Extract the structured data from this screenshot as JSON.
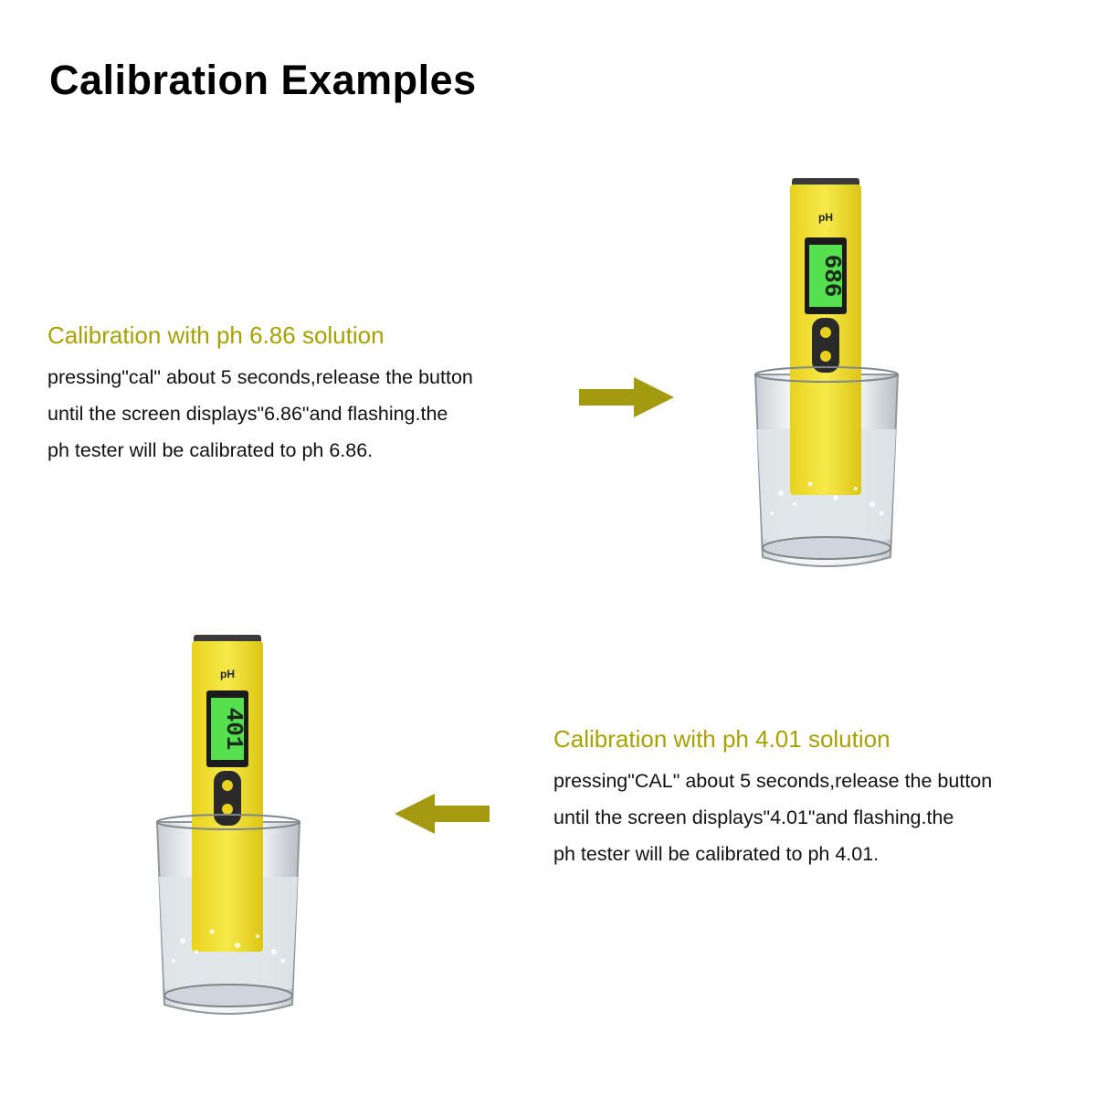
{
  "title": "Calibration Examples",
  "colors": {
    "accent": "#a8a000",
    "tester_body": "#f1e13a",
    "lcd": "#56e04f"
  },
  "examples": [
    {
      "heading": "Calibration with ph 6.86 solution",
      "lines": [
        "pressing\"cal\" about 5 seconds,release the button",
        "until the screen displays\"6.86\"and flashing.the",
        "ph tester will be calibrated to ph 6.86."
      ],
      "device_label": "pH",
      "display": "686",
      "arrow": "right-arrow-icon"
    },
    {
      "heading": "Calibration with ph 4.01 solution",
      "lines": [
        "pressing\"CAL\" about 5 seconds,release the button",
        "until the screen displays\"4.01\"and flashing.the",
        "ph tester will be calibrated to ph 4.01."
      ],
      "device_label": "pH",
      "display": "401",
      "arrow": "left-arrow-icon"
    }
  ]
}
